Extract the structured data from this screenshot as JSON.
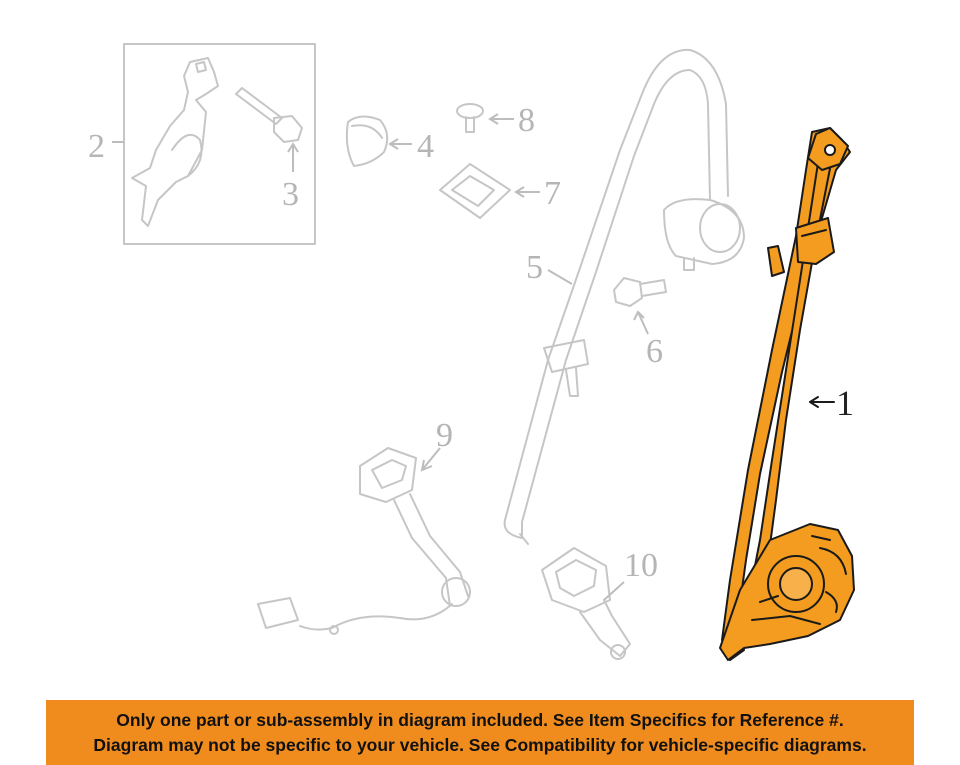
{
  "diagram": {
    "highlight_color": "#f39c1f",
    "ghost_color": "#c6c6c6",
    "callouts": {
      "c1": "1",
      "c2": "2",
      "c3": "3",
      "c4": "4",
      "c5": "5",
      "c6": "6",
      "c7": "7",
      "c8": "8",
      "c9": "9",
      "c10": "10"
    },
    "parts": [
      {
        "callout": "1",
        "name": "seat-belt-retractor-assembly",
        "highlighted": true
      },
      {
        "callout": "2",
        "name": "anchor-bracket",
        "highlighted": false
      },
      {
        "callout": "3",
        "name": "bolt",
        "highlighted": false
      },
      {
        "callout": "4",
        "name": "cover",
        "highlighted": false
      },
      {
        "callout": "5",
        "name": "belt-webbing",
        "highlighted": false
      },
      {
        "callout": "6",
        "name": "bolt",
        "highlighted": false
      },
      {
        "callout": "7",
        "name": "guide-plate",
        "highlighted": false
      },
      {
        "callout": "8",
        "name": "screw",
        "highlighted": false
      },
      {
        "callout": "9",
        "name": "buckle-with-harness",
        "highlighted": false
      },
      {
        "callout": "10",
        "name": "buckle",
        "highlighted": false
      }
    ]
  },
  "banner": {
    "background": "#f08c1e",
    "line1": "Only one part or sub-assembly in diagram included. See Item Specifics for Reference #.",
    "line2": "Diagram may not be specific to your vehicle. See Compatibility for vehicle-specific diagrams."
  }
}
